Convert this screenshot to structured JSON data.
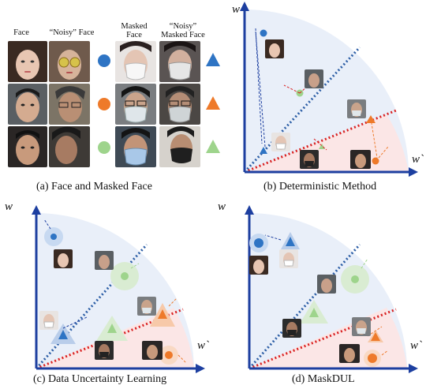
{
  "panel_a": {
    "caption": "(a)  Face and Masked Face",
    "headers": {
      "face": "Face",
      "noisy_face": "“Noisy” Face",
      "masked_face_1": "Masked",
      "masked_face_2": "Face",
      "noisy_masked_1": "“Noisy”",
      "noisy_masked_2": "Masked Face"
    }
  },
  "panel_b": {
    "caption": "(b)  Deterministic Method",
    "y_label": "w",
    "x_label": "w`"
  },
  "panel_c": {
    "caption": "(c)  Data Uncertainty Learning",
    "y_label": "w",
    "x_label": "w`"
  },
  "panel_d": {
    "caption": "(d)  MaskDUL",
    "y_label": "w",
    "x_label": "w`"
  },
  "colors": {
    "blue": "#2e74c4",
    "orange": "#ee7a2a",
    "green": "#9ed48c",
    "axis": "#1d3fa0",
    "blue_dots": "#2c5ea6",
    "red_dots": "#d92020",
    "blue_region": "#e9eff9",
    "red_region": "#fbe6e6"
  }
}
